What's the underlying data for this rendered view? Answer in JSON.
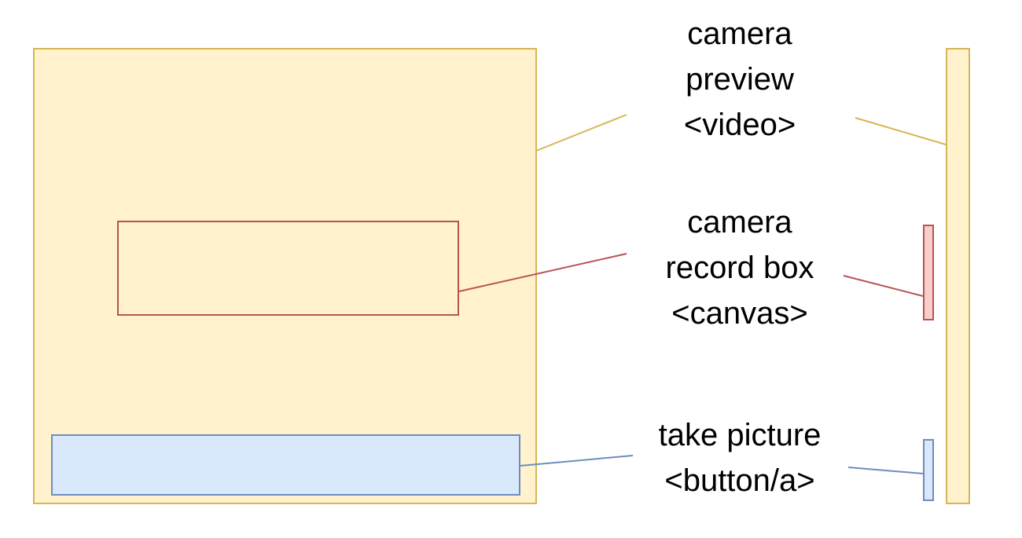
{
  "colors": {
    "yellow_fill": "#fff2cc",
    "yellow_stroke": "#d6b656",
    "red_fill": "#f8cecc",
    "red_stroke": "#b85450",
    "blue_fill": "#dae8fc",
    "blue_stroke": "#6c8ebf"
  },
  "labels": {
    "video": [
      "camera",
      "preview",
      "<video>"
    ],
    "canvas": [
      "camera",
      "record box",
      "<canvas>"
    ],
    "button": [
      "take picture",
      "<button/a>"
    ]
  }
}
